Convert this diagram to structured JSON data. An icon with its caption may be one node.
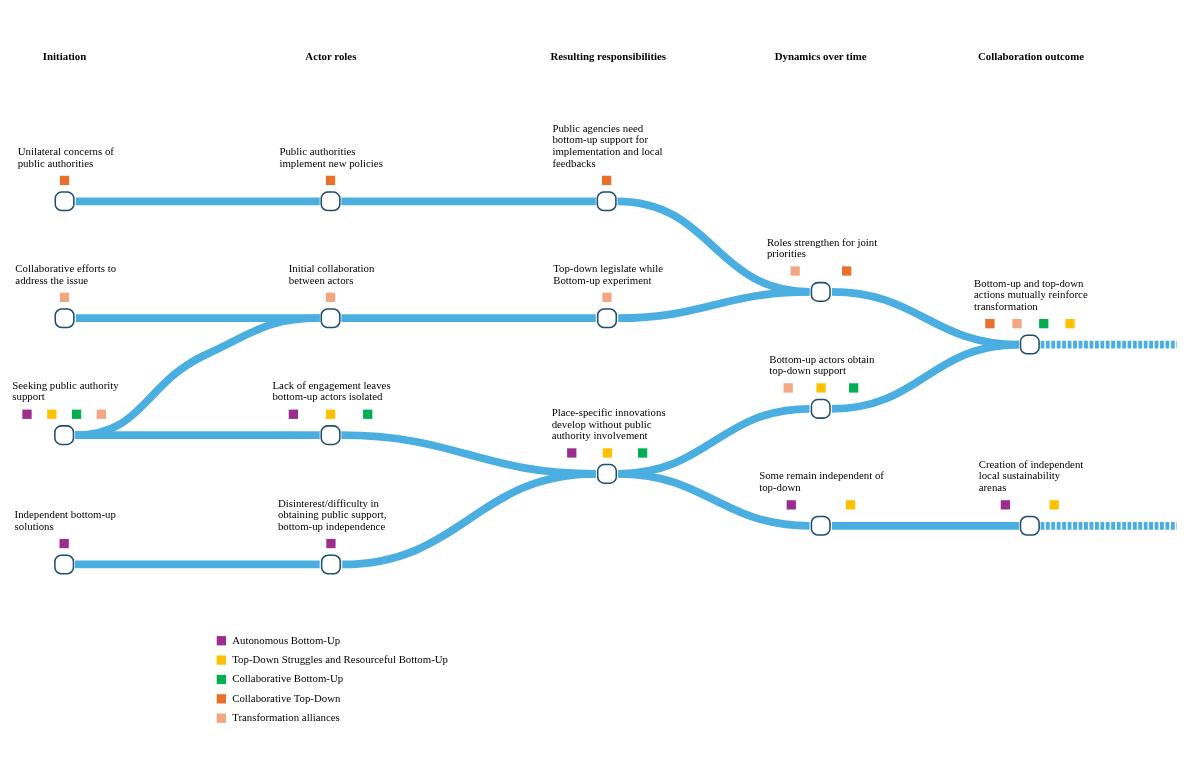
{
  "diagram": {
    "nodes": [
      {
        "text": [
          "Unilateral concerns of public authorities"
        ]
      },
      {
        "text": [
          "Collaborative efforts to address the issue"
        ]
      },
      {
        "text": [
          "Seeking public authority support"
        ]
      },
      {
        "text": [
          "Independent bottom-up solutions"
        ]
      },
      {
        "text": [
          "Public authorities implement new policies"
        ]
      },
      {
        "text": [
          "Initial collaboration between actors"
        ]
      },
      {
        "text": [
          "Lack of engagement leaves bottom-up actors isolated"
        ]
      },
      {
        "text": [
          "Disinterest/difficulty in obtaining public support, bottom-up independence"
        ]
      },
      {
        "text": [
          "Public agencies need bottom-up support for implementation and local feedbacks"
        ]
      },
      {
        "text": [
          "Top-down legislate while Bottom-up experiment"
        ]
      },
      {
        "text": [
          "Place-specific innovations develop without public authority involvement"
        ]
      },
      {
        "text": [
          "Roles strengthen for joint priorities"
        ]
      },
      {
        "text": [
          "Bottom-up actors obtain top-down support"
        ]
      },
      {
        "text": [
          "Some remain independent of top-down"
        ]
      },
      {
        "text": [
          "Bottom-up and top-down actions mutually reinforce transformation"
        ]
      },
      {
        "text": [
          "Creation of independent local sustainability arenas"
        ]
      }
    ],
    "edges": [
      {
        "from": 0,
        "to": 4,
        "arrow": "none"
      },
      {
        "from": 4,
        "to": 8,
        "arrow": "none"
      },
      {
        "from": 8,
        "to": 11,
        "arrow": "none"
      },
      {
        "from": 1,
        "to": 5,
        "arrow": "none"
      },
      {
        "from": 5,
        "to": 9,
        "arrow": "none"
      },
      {
        "from": 9,
        "to": 11,
        "arrow": "none"
      },
      {
        "from": 2,
        "to": 5,
        "arrow": "none"
      },
      {
        "from": 2,
        "to": 6,
        "arrow": "none"
      },
      {
        "from": 6,
        "to": 10,
        "arrow": "none"
      },
      {
        "from": 3,
        "to": 7,
        "arrow": "none"
      },
      {
        "from": 7,
        "to": 10,
        "arrow": "none"
      },
      {
        "from": 10,
        "to": 12,
        "arrow": "none"
      },
      {
        "from": 10,
        "to": 13,
        "arrow": "none"
      },
      {
        "from": 12,
        "to": 14,
        "arrow": "none"
      },
      {
        "from": 11,
        "to": 14,
        "arrow": "none"
      },
      {
        "from": 13,
        "to": 15,
        "arrow": "none"
      },
      {
        "from": 14,
        "to": null,
        "arrow": "none",
        "style": "dashed"
      },
      {
        "from": 15,
        "to": null,
        "arrow": "none",
        "style": "dashed"
      }
    ],
    "labels": [
      "Initiation",
      "Actor roles",
      "Resulting responsibilities",
      "Dynamics over time",
      "Collaboration outcome"
    ],
    "legend": [
      {
        "text": "Autonomous Bottom-Up",
        "color": "#9b2d8f"
      },
      {
        "text": "Top-Down Struggles and Resourceful Bottom-Up",
        "color": "#ffc000"
      },
      {
        "text": "Collaborative Bottom-Up",
        "color": "#00b050"
      },
      {
        "text": "Collaborative Top-Down",
        "color": "#e8702a"
      },
      {
        "text": "Transformation alliances",
        "color": "#f4a582"
      }
    ]
  }
}
